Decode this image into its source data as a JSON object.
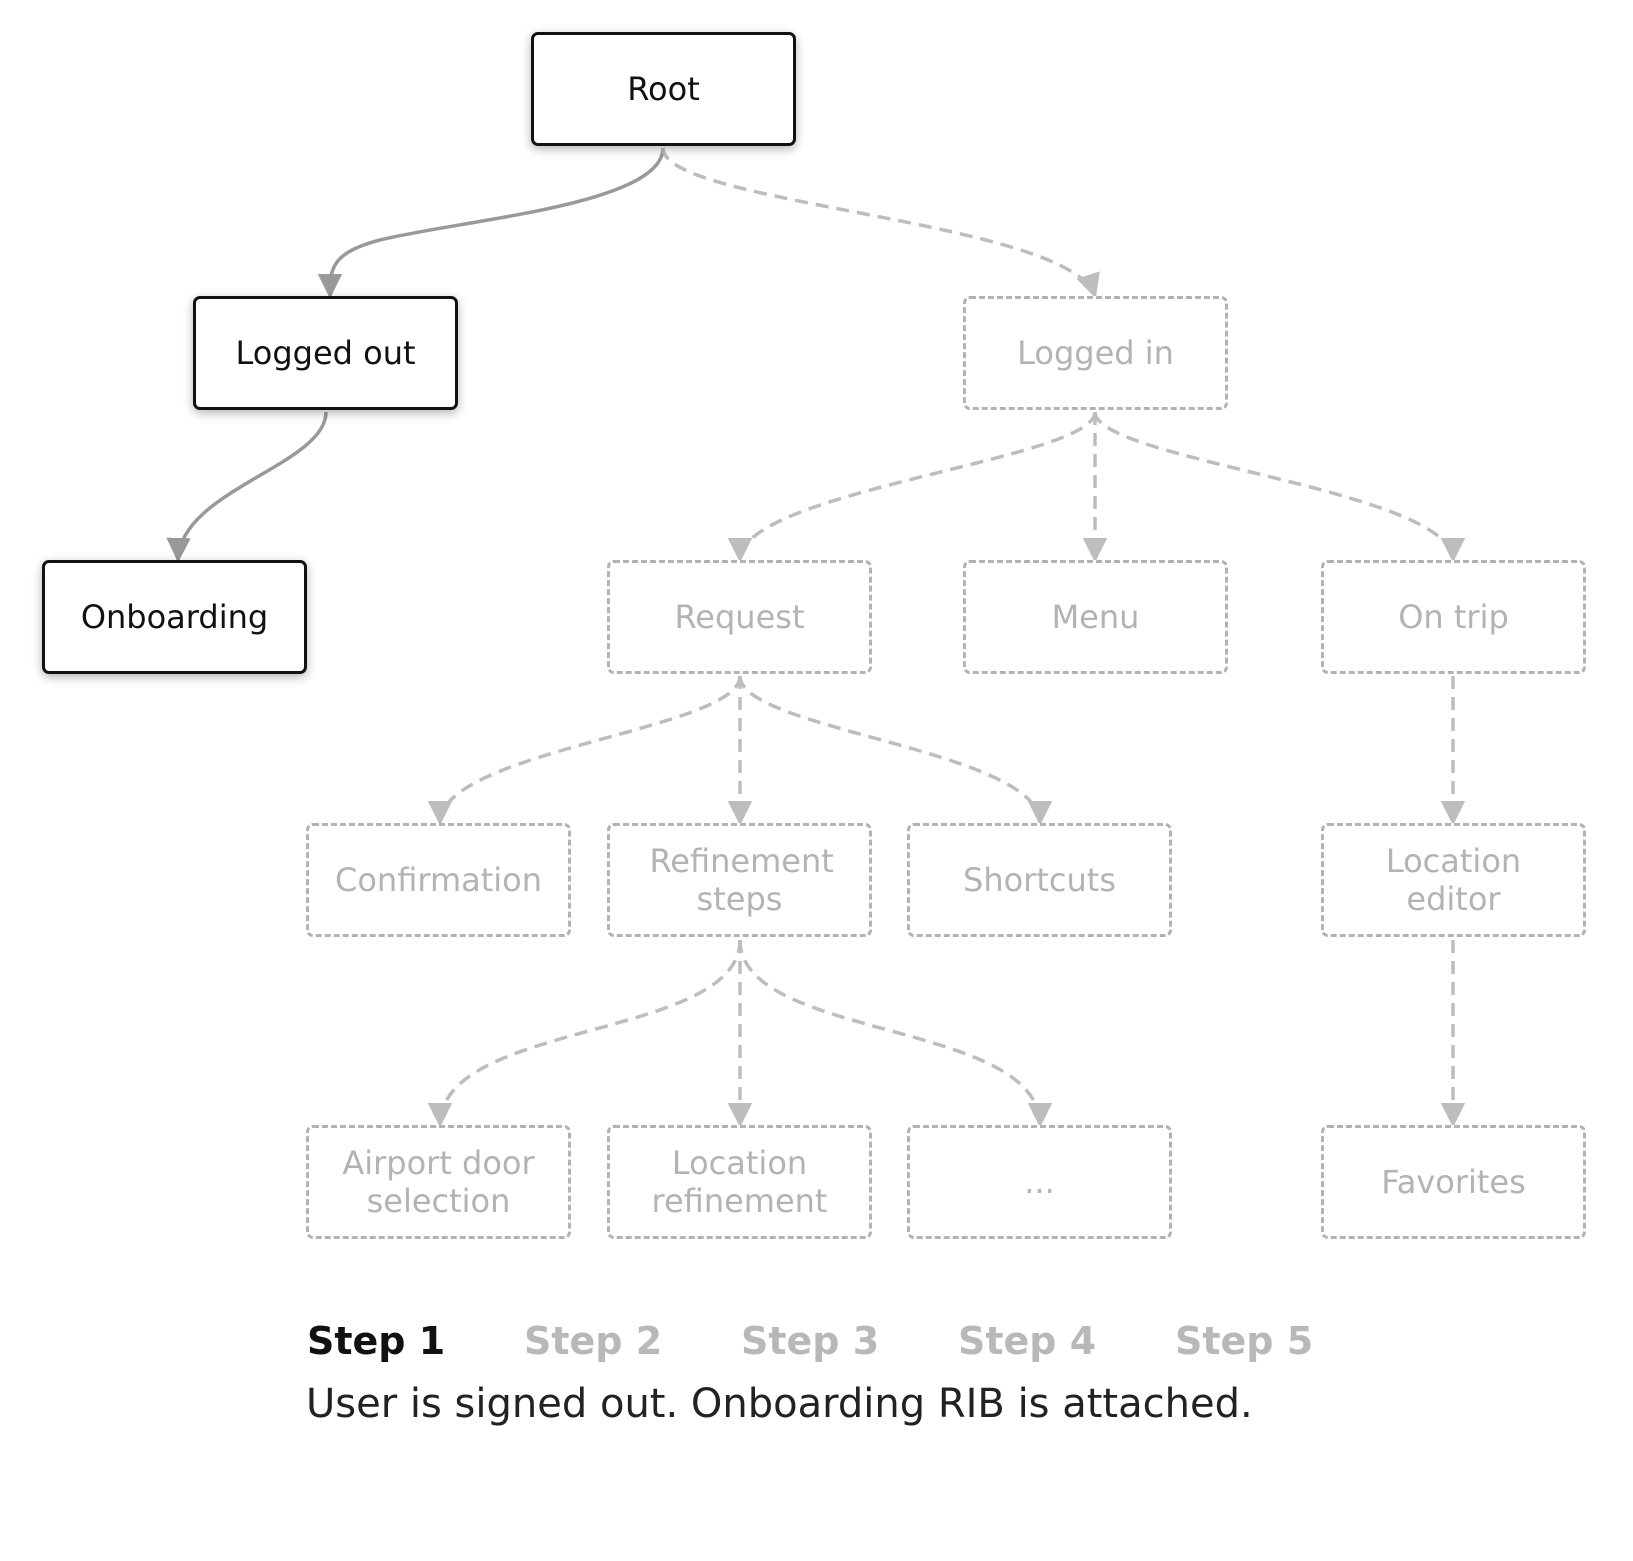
{
  "diagram": {
    "nodes": {
      "root": "Root",
      "logged_out": "Logged out",
      "onboarding": "Onboarding",
      "logged_in": "Logged in",
      "request": "Request",
      "menu": "Menu",
      "on_trip": "On trip",
      "confirmation": "Confirmation",
      "refinement_steps": "Refinement steps",
      "shortcuts": "Shortcuts",
      "location_editor": "Location editor",
      "airport_door_selection": "Airport door selection",
      "location_refinement": "Location refinement",
      "more": "...",
      "favorites": "Favorites"
    },
    "active_nodes": [
      "root",
      "logged_out",
      "onboarding"
    ],
    "edges": [
      {
        "from": "root",
        "to": "logged_out",
        "state": "attached"
      },
      {
        "from": "logged_out",
        "to": "onboarding",
        "state": "attached"
      },
      {
        "from": "root",
        "to": "logged_in",
        "state": "detached"
      },
      {
        "from": "logged_in",
        "to": "request",
        "state": "detached"
      },
      {
        "from": "logged_in",
        "to": "menu",
        "state": "detached"
      },
      {
        "from": "logged_in",
        "to": "on_trip",
        "state": "detached"
      },
      {
        "from": "request",
        "to": "confirmation",
        "state": "detached"
      },
      {
        "from": "request",
        "to": "refinement_steps",
        "state": "detached"
      },
      {
        "from": "request",
        "to": "shortcuts",
        "state": "detached"
      },
      {
        "from": "on_trip",
        "to": "location_editor",
        "state": "detached"
      },
      {
        "from": "refinement_steps",
        "to": "airport_door_selection",
        "state": "detached"
      },
      {
        "from": "refinement_steps",
        "to": "location_refinement",
        "state": "detached"
      },
      {
        "from": "refinement_steps",
        "to": "more",
        "state": "detached"
      },
      {
        "from": "location_editor",
        "to": "favorites",
        "state": "detached"
      }
    ]
  },
  "steps": {
    "items": [
      "Step 1",
      "Step 2",
      "Step 3",
      "Step 4",
      "Step 5"
    ],
    "current": "Step 1"
  },
  "caption": "User is signed out. Onboarding RIB is attached.",
  "colors": {
    "active": "#111111",
    "inactive": "#b3b3b3",
    "attached_edge": "#999999"
  }
}
